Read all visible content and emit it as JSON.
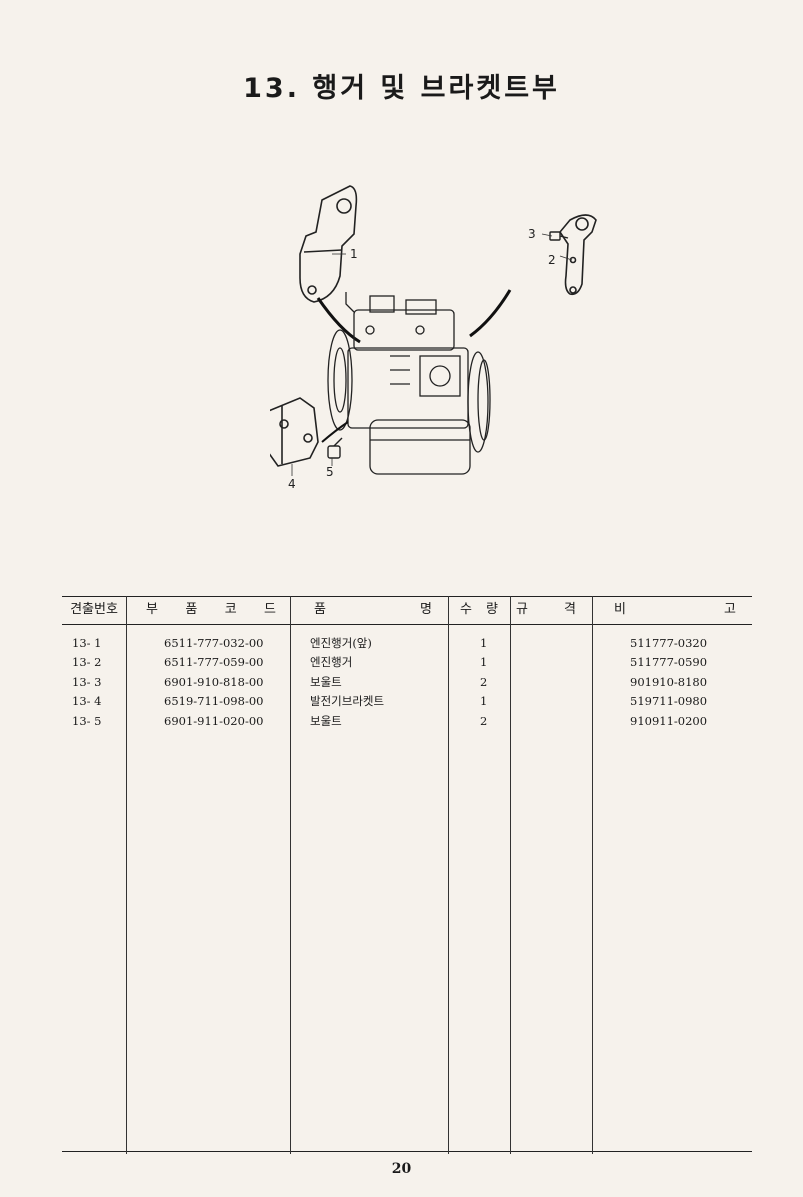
{
  "page": {
    "title": "13. 행거 및 브라켓트부",
    "page_number": "20"
  },
  "diagram": {
    "callouts": [
      "1",
      "2",
      "3",
      "4",
      "5"
    ]
  },
  "table": {
    "headers": {
      "index": "견출번호",
      "part_code": [
        "부",
        "품",
        "코",
        "드"
      ],
      "part_name": [
        "품",
        "명"
      ],
      "quantity": [
        "수",
        "량"
      ],
      "spec": [
        "규",
        "격"
      ],
      "remarks": [
        "비",
        "고"
      ]
    },
    "rows": [
      {
        "index": "13- 1",
        "code": "6511-777-032-00",
        "name": "엔진행거(앞)",
        "qty": "1",
        "spec": "",
        "remark": "511777-0320"
      },
      {
        "index": "13- 2",
        "code": "6511-777-059-00",
        "name": "엔진행거",
        "qty": "1",
        "spec": "",
        "remark": "511777-0590"
      },
      {
        "index": "13- 3",
        "code": "6901-910-818-00",
        "name": "보울트",
        "qty": "2",
        "spec": "",
        "remark": "901910-8180"
      },
      {
        "index": "13- 4",
        "code": "6519-711-098-00",
        "name": "발전기브라켓트",
        "qty": "1",
        "spec": "",
        "remark": "519711-0980"
      },
      {
        "index": "13- 5",
        "code": "6901-911-020-00",
        "name": "보울트",
        "qty": "2",
        "spec": "",
        "remark": "910911-0200"
      }
    ]
  }
}
